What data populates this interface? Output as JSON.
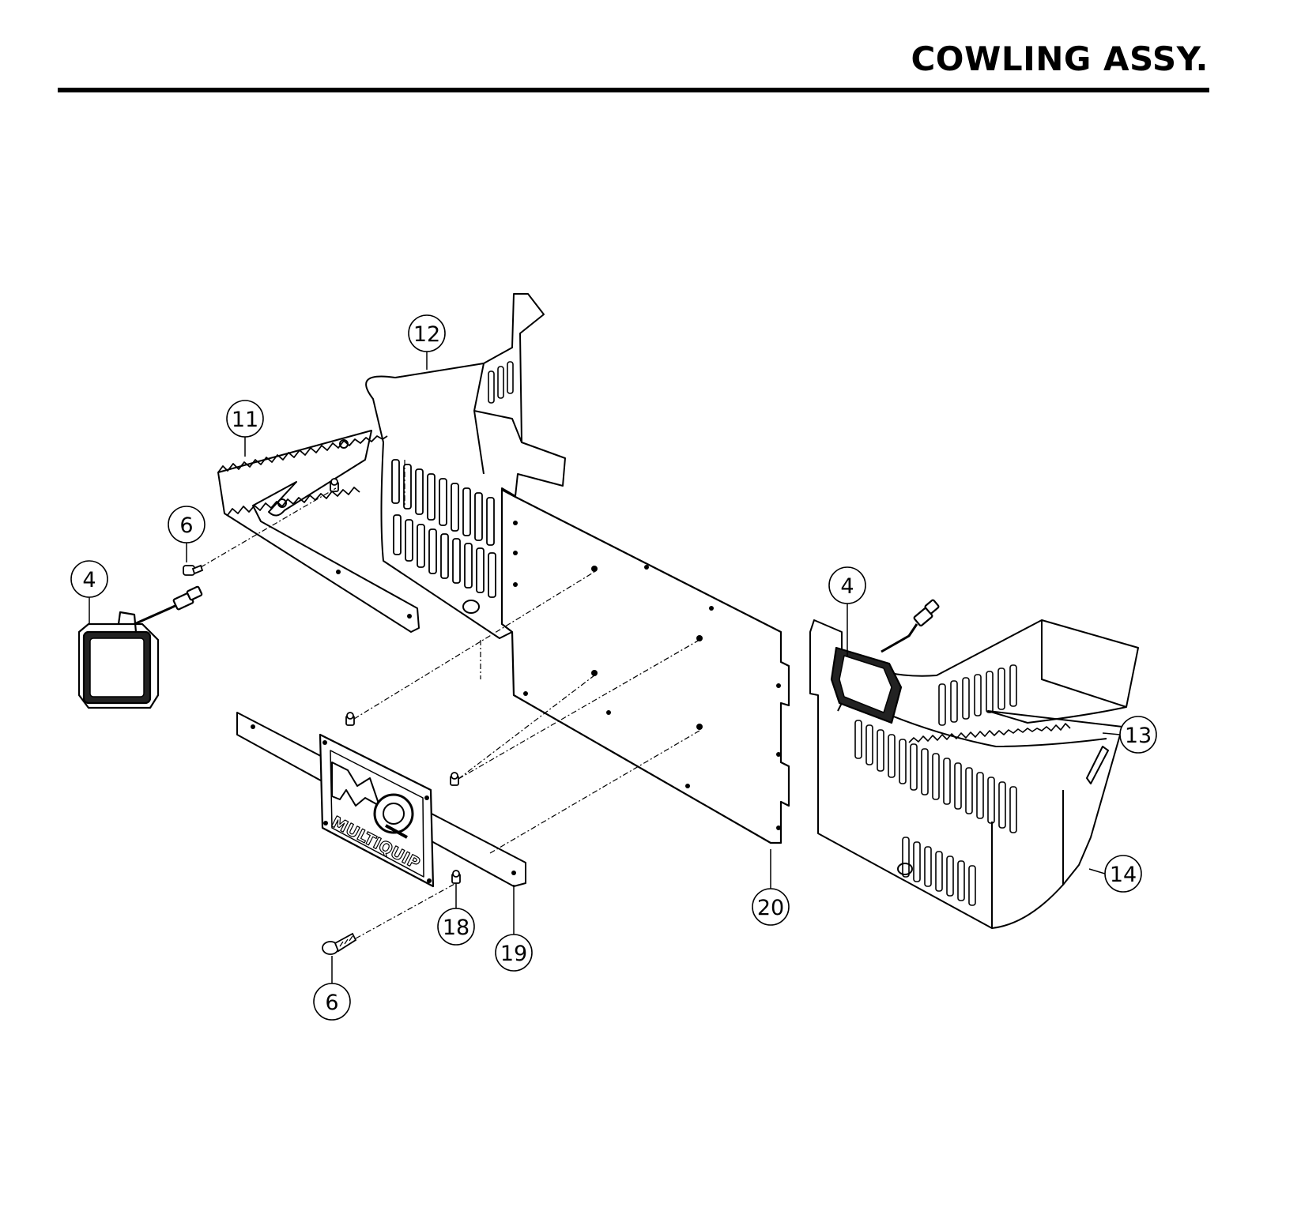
{
  "title": "COWLING ASSY.",
  "logo": {
    "mark": "MQ",
    "wordmark": "MULTIQUIP"
  },
  "callouts": {
    "c4_left": "4",
    "c4_right": "4",
    "c6_top": "6",
    "c6_bottom": "6",
    "c11": "11",
    "c12": "12",
    "c13": "13",
    "c14": "14",
    "c18": "18",
    "c19": "19",
    "c20": "20"
  }
}
